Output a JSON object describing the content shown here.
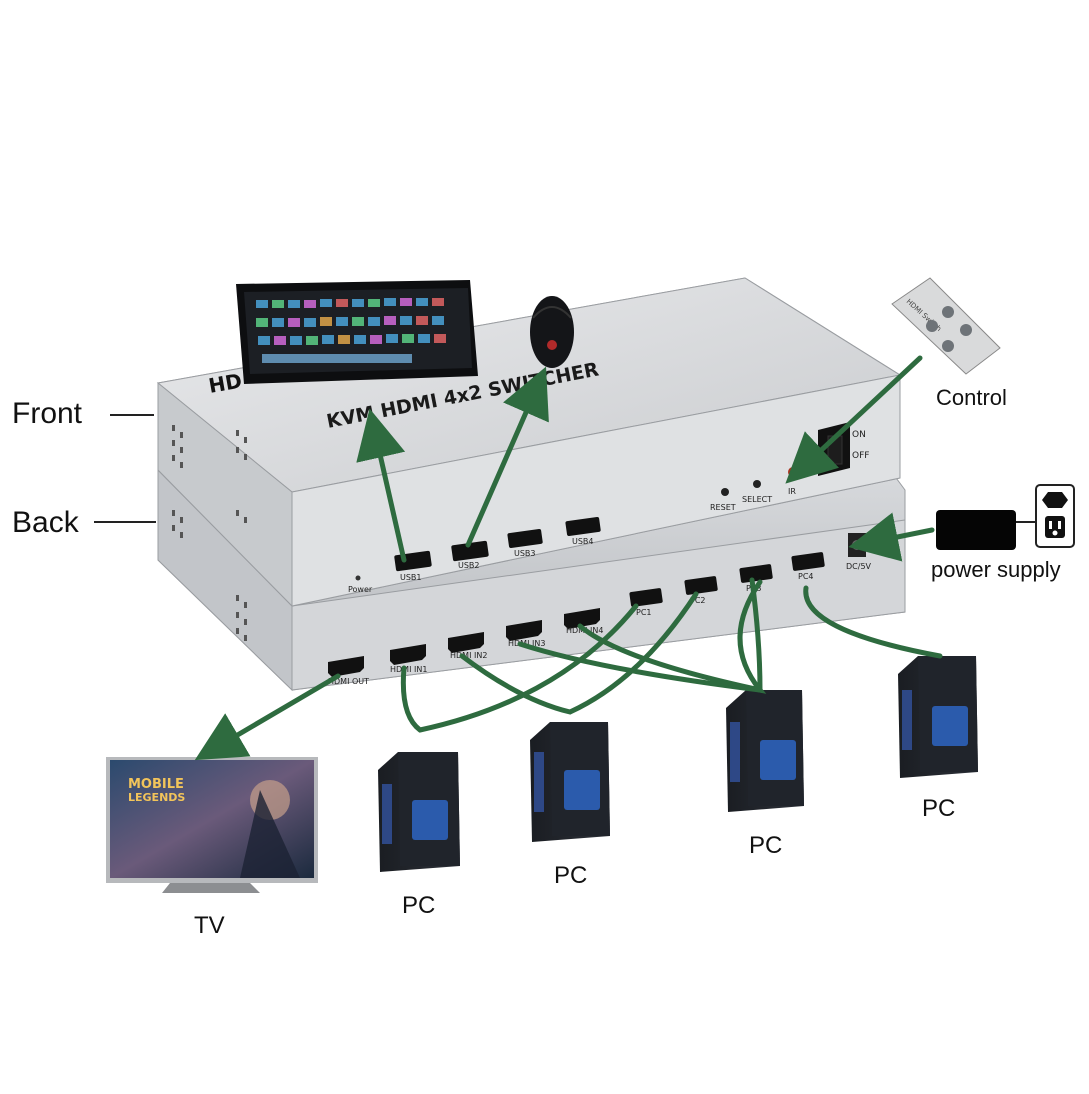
{
  "labels": {
    "front": "Front",
    "back": "Back",
    "control": "Control",
    "power_supply": "power supply",
    "tv": "TV",
    "pc": "PC"
  },
  "device": {
    "title": "KVM  HDMI 4x2 SWITCHER",
    "brand": "HD",
    "front_ports": [
      "USB1",
      "USB2",
      "USB3",
      "USB4"
    ],
    "power_led": "Power",
    "buttons": [
      "RESET",
      "SELECT"
    ],
    "ir": "IR",
    "switch_on": "ON",
    "switch_off": "OFF",
    "back_hdmi": [
      "HDMI OUT",
      "HDMI IN1",
      "HDMI IN2",
      "HDMI IN3",
      "HDMI IN4"
    ],
    "back_usb": [
      "PC1",
      "PC2",
      "PC3",
      "PC4"
    ],
    "dc": "DC/5V"
  },
  "tv_screen": {
    "game_logo_line1": "MOBILE",
    "game_logo_line2": "LEGENDS"
  },
  "remote_label": "HDMI Switch",
  "colors": {
    "arrow": "#2e6b3f",
    "body": "#d8dadc"
  }
}
